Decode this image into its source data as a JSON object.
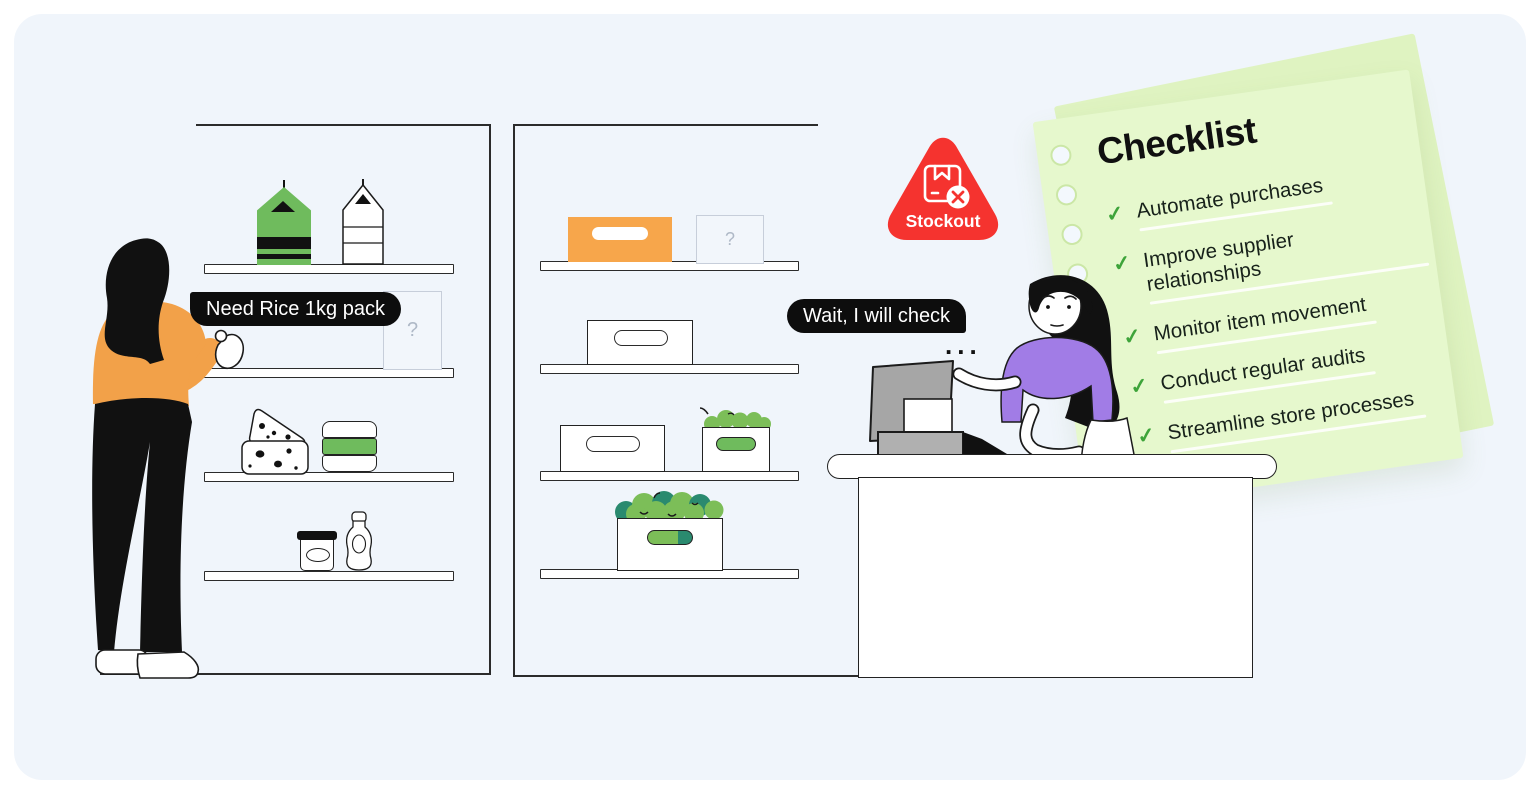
{
  "scene": {
    "outer_bg": "#FFFFFF",
    "panel_bg": "#F0F5FB"
  },
  "speech": {
    "customer": "Need Rice 1kg pack",
    "shopkeeper": "Wait, I will check",
    "typing_indicator": "..."
  },
  "stockout_badge": {
    "label": "Stockout",
    "bg": "#F5332F",
    "icon": "box-cancel-icon"
  },
  "checklist": {
    "title": "Checklist",
    "check_glyph": "✓",
    "check_color": "#3EA43A",
    "paper_bg": "#E6F8CD",
    "items": [
      "Automate purchases",
      "Improve supplier relationships",
      "Monitor item movement",
      "Conduct regular audits",
      "Streamline store processes"
    ]
  },
  "shelves": {
    "empty_slot_mark": "?"
  },
  "palette": {
    "orange": "#F5A44C",
    "carton_green": "#6FBB5D",
    "purple": "#A17CE6",
    "produce_green": "#7CBE58",
    "produce_teal": "#2A8A6F",
    "outline": "#2B2B2B"
  }
}
